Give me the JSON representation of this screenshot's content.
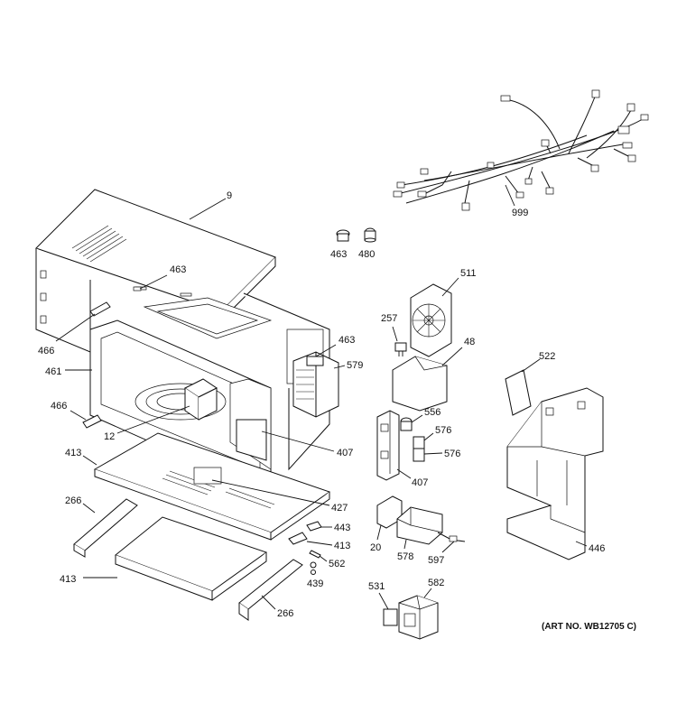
{
  "art_number": "(ART NO. WB12705 C)",
  "labels": {
    "p9": "9",
    "p999": "999",
    "p463a": "463",
    "p480": "480",
    "p463b": "463",
    "p466a": "466",
    "p511": "511",
    "p257": "257",
    "p48": "48",
    "p463c": "463",
    "p579": "579",
    "p461": "461",
    "p466b": "466",
    "p12": "12",
    "p522": "522",
    "p556": "556",
    "p576a": "576",
    "p576b": "576",
    "p407a": "407",
    "p407b": "407",
    "p413a": "413",
    "p427": "427",
    "p266a": "266",
    "p443": "443",
    "p413b": "413",
    "p20": "20",
    "p578": "578",
    "p597": "597",
    "p446": "446",
    "p562": "562",
    "p439": "439",
    "p413c": "413",
    "p266b": "266",
    "p531": "531",
    "p582": "582"
  }
}
